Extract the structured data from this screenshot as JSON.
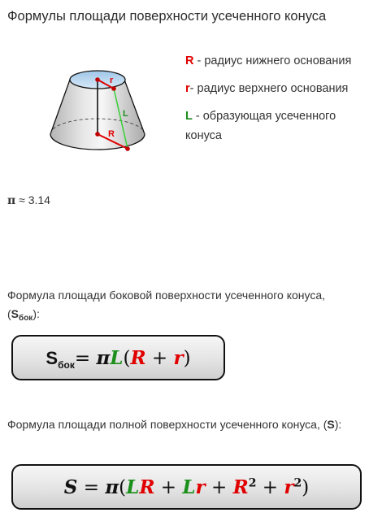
{
  "title": "Формулы площади поверхности усеченного конуса",
  "figure": {
    "label_r": "r",
    "label_R": "R",
    "label_L": "L"
  },
  "legend": [
    {
      "symbol": "R",
      "text": " - радиус нижнего основания",
      "color": "#e00000"
    },
    {
      "symbol": "r",
      "text": "- радиус верхнего основания",
      "color": "#e00000"
    },
    {
      "symbol": "L",
      "text": " - образующая усеченного конуса",
      "color": "#1a8f1a"
    }
  ],
  "pi": {
    "symbol": "π",
    "text": " ≈ 3.14"
  },
  "lateral": {
    "text": "Формула площади боковой поверхности усеченного конуса, (",
    "symbol": "S",
    "sub": "бок",
    "close": "):",
    "formula": {
      "lhs": "S",
      "lhs_sub": "бок",
      "eq": "=",
      "pi": "π",
      "L": "L",
      "open": "(",
      "R": "R",
      "plus": " + ",
      "r": "r",
      "close": ")"
    }
  },
  "total": {
    "text": "Формула площади полной поверхности усеченного конуса, (",
    "symbol": "S",
    "close": "):",
    "formula": {
      "lhs": "S",
      "eq": " = ",
      "pi": "π",
      "open": "(",
      "L1": "L",
      "R1": "R",
      "plus1": " + ",
      "L2": "L",
      "r1": "r",
      "plus2": " + ",
      "R2": "R",
      "exp1": "2",
      "plus3": " + ",
      "r2": "r",
      "exp2": "2",
      "close": ")"
    }
  },
  "colors": {
    "red": "#e00000",
    "green": "#1a8f1a",
    "cone_top": "#c7dff3"
  }
}
